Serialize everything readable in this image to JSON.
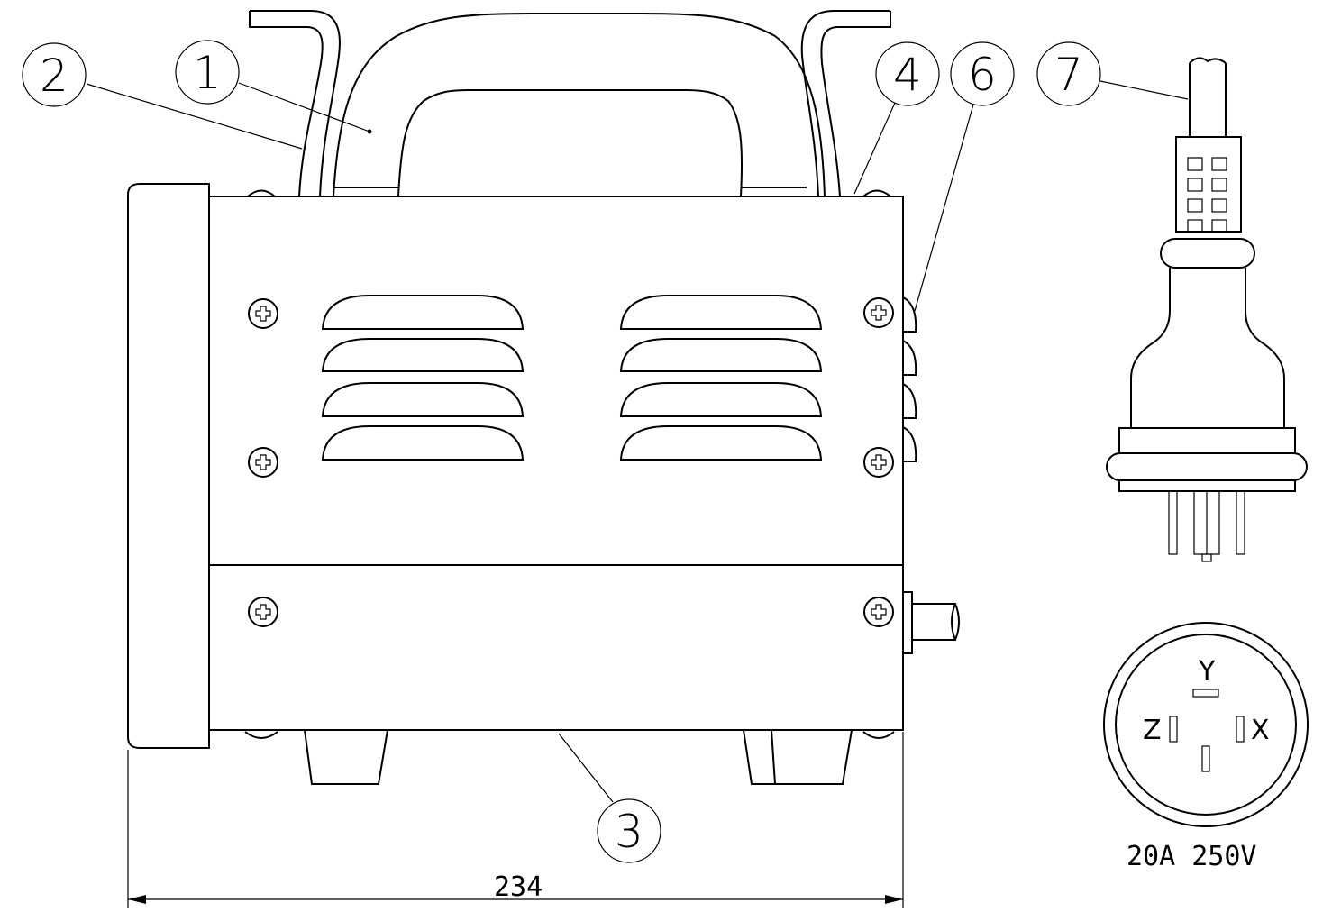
{
  "callouts": [
    {
      "id": "1",
      "label": "1"
    },
    {
      "id": "2",
      "label": "2"
    },
    {
      "id": "3",
      "label": "3"
    },
    {
      "id": "4",
      "label": "4"
    },
    {
      "id": "6",
      "label": "6"
    },
    {
      "id": "7",
      "label": "7"
    }
  ],
  "dimension": {
    "width_label": "234"
  },
  "plug_face": {
    "pins": {
      "top": "Y",
      "left": "Z",
      "right": "X"
    },
    "rating": "20A 250V"
  }
}
